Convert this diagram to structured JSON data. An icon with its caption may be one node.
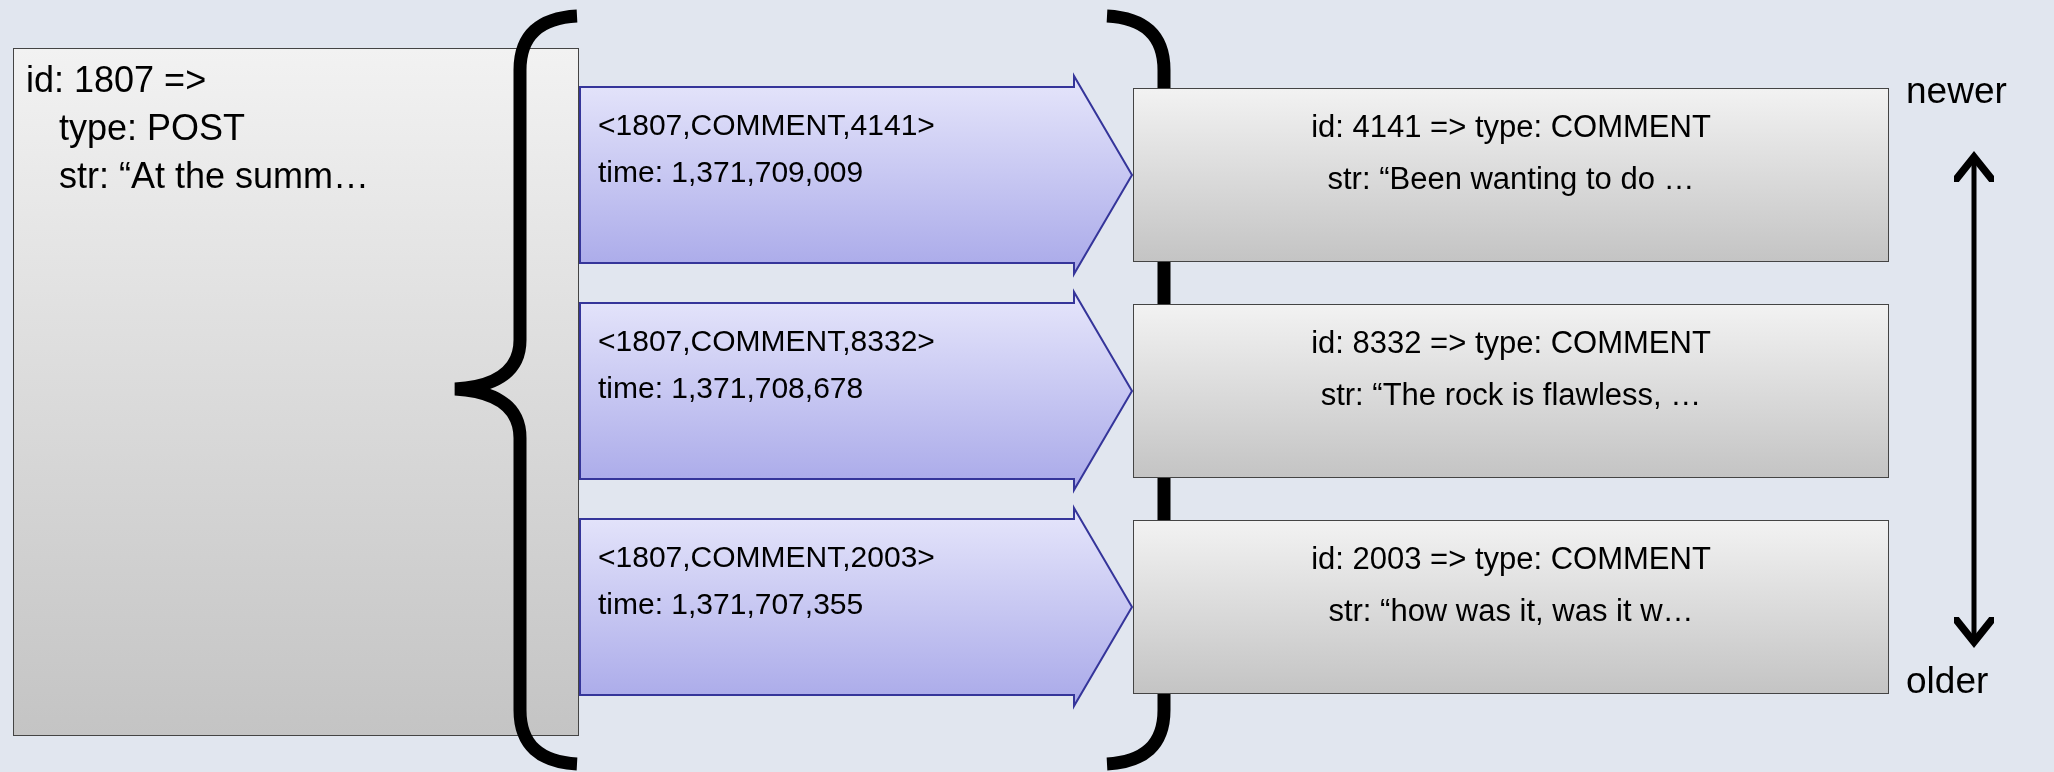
{
  "diagram": {
    "nodes": [
      {
        "text": [
          "id: 1807 =>",
          "type: POST",
          "str: “At the summ…"
        ]
      },
      {
        "text": [
          "id: 4141 => type: COMMENT",
          "str: “Been wanting to do …"
        ]
      },
      {
        "text": [
          "id: 8332 => type: COMMENT",
          "str: “The rock is flawless, …"
        ]
      },
      {
        "text": [
          "id: 2003 => type: COMMENT",
          "str: “how was it, was it w…"
        ]
      }
    ],
    "edges": [
      {
        "from": 0,
        "to": 1,
        "arrow": "to",
        "label": "<1807,COMMENT,4141> time: 1,371,709,009"
      },
      {
        "from": 0,
        "to": 2,
        "arrow": "to",
        "label": "<1807,COMMENT,8332> time: 1,371,708,678"
      },
      {
        "from": 0,
        "to": 3,
        "arrow": "to",
        "label": "<1807,COMMENT,2003> time: 1,371,707,355"
      }
    ],
    "labels": [
      "newer",
      "older"
    ]
  }
}
